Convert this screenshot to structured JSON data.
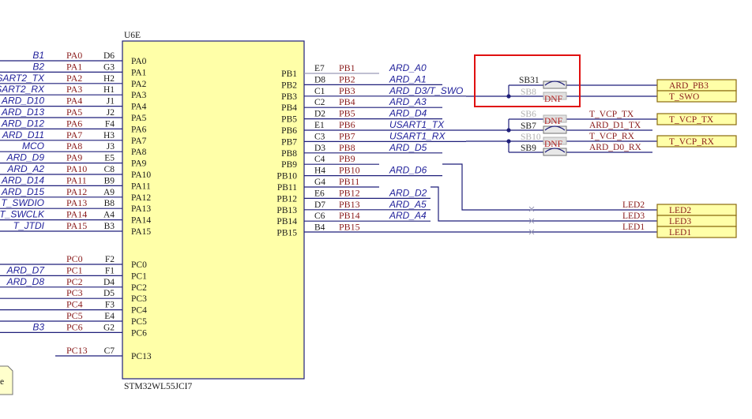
{
  "chip": {
    "designator": "U6E",
    "part_number": "STM32WL55JCI7",
    "left_pins_pa": [
      {
        "net": "B1",
        "port": "PA0",
        "pin": "D6",
        "inner": "PA0"
      },
      {
        "net": "B2",
        "port": "PA1",
        "pin": "G3",
        "inner": "PA1"
      },
      {
        "net": "SART2_TX",
        "port": "PA2",
        "pin": "H2",
        "inner": "PA2"
      },
      {
        "net": "SART2_RX",
        "port": "PA3",
        "pin": "H1",
        "inner": "PA3"
      },
      {
        "net": "ARD_D10",
        "port": "PA4",
        "pin": "J1",
        "inner": "PA4"
      },
      {
        "net": "ARD_D13",
        "port": "PA5",
        "pin": "J2",
        "inner": "PA5"
      },
      {
        "net": "ARD_D12",
        "port": "PA6",
        "pin": "F4",
        "inner": "PA6"
      },
      {
        "net": "ARD_D11",
        "port": "PA7",
        "pin": "H3",
        "inner": "PA7"
      },
      {
        "net": "MCO",
        "port": "PA8",
        "pin": "J3",
        "inner": "PA8"
      },
      {
        "net": "ARD_D9",
        "port": "PA9",
        "pin": "E5",
        "inner": "PA9"
      },
      {
        "net": "ARD_A2",
        "port": "PA10",
        "pin": "C8",
        "inner": "PA10"
      },
      {
        "net": "ARD_D14",
        "port": "PA11",
        "pin": "B9",
        "inner": "PA11"
      },
      {
        "net": "ARD_D15",
        "port": "PA12",
        "pin": "A9",
        "inner": "PA12"
      },
      {
        "net": "T_SWDIO",
        "port": "PA13",
        "pin": "B8",
        "inner": "PA13"
      },
      {
        "net": "T_SWCLK",
        "port": "PA14",
        "pin": "A4",
        "inner": "PA14"
      },
      {
        "net": "T_JTDI",
        "port": "PA15",
        "pin": "B3",
        "inner": "PA15"
      }
    ],
    "left_pins_pc": [
      {
        "net": "",
        "port": "PC0",
        "pin": "F2",
        "inner": "PC0"
      },
      {
        "net": "ARD_D7",
        "port": "PC1",
        "pin": "F1",
        "inner": "PC1"
      },
      {
        "net": "ARD_D8",
        "port": "PC2",
        "pin": "D4",
        "inner": "PC2"
      },
      {
        "net": "",
        "port": "PC3",
        "pin": "D5",
        "inner": "PC3"
      },
      {
        "net": "",
        "port": "PC4",
        "pin": "F3",
        "inner": "PC4"
      },
      {
        "net": "",
        "port": "PC5",
        "pin": "E4",
        "inner": "PC5"
      },
      {
        "net": "B3",
        "port": "PC6",
        "pin": "G2",
        "inner": "PC6"
      }
    ],
    "left_pin_pc13": {
      "net": "",
      "port": "PC13",
      "pin": "C7",
      "inner": "PC13"
    },
    "right_pins_pb": [
      {
        "inner": "PB1",
        "pin": "E7",
        "port": "PB1",
        "net": "ARD_A0"
      },
      {
        "inner": "PB2",
        "pin": "D8",
        "port": "PB2",
        "net": "ARD_A1"
      },
      {
        "inner": "PB3",
        "pin": "C1",
        "port": "PB3",
        "net": "ARD_D3/T_SWO"
      },
      {
        "inner": "PB4",
        "pin": "C2",
        "port": "PB4",
        "net": "ARD_A3"
      },
      {
        "inner": "PB5",
        "pin": "D2",
        "port": "PB5",
        "net": "ARD_D4"
      },
      {
        "inner": "PB6",
        "pin": "E1",
        "port": "PB6",
        "net": "USART1_TX"
      },
      {
        "inner": "PB7",
        "pin": "C3",
        "port": "PB7",
        "net": "USART1_RX"
      },
      {
        "inner": "PB8",
        "pin": "D3",
        "port": "PB8",
        "net": "ARD_D5"
      },
      {
        "inner": "PB9",
        "pin": "C4",
        "port": "PB9",
        "net": ""
      },
      {
        "inner": "PB10",
        "pin": "H4",
        "port": "PB10",
        "net": "ARD_D6"
      },
      {
        "inner": "PB11",
        "pin": "G4",
        "port": "PB11",
        "net": ""
      },
      {
        "inner": "PB12",
        "pin": "E6",
        "port": "PB12",
        "net": "ARD_D2"
      },
      {
        "inner": "PB13",
        "pin": "D7",
        "port": "PB13",
        "net": "ARD_A5"
      },
      {
        "inner": "PB14",
        "pin": "C6",
        "port": "PB14",
        "net": "ARD_A4"
      },
      {
        "inner": "PB15",
        "pin": "B4",
        "port": "PB15",
        "net": ""
      }
    ]
  },
  "bridges": {
    "sb31": "SB31",
    "sb8": "SB8",
    "sb8_dnf": "DNF",
    "sb6": "SB6",
    "sb6_dnf": "DNF",
    "sb7": "SB7",
    "sb10": "SB10",
    "sb10_dnf": "DNF",
    "sb9": "SB9"
  },
  "wire_labels": {
    "t_vcp_tx": "T_VCP_TX",
    "ard_d1_tx": "ARD_D1_TX",
    "t_vcp_rx": "T_VCP_RX",
    "ard_d0_rx": "ARD_D0_RX",
    "led2": "LED2",
    "led3": "LED3",
    "led1": "LED1"
  },
  "offsheet": {
    "ard_pb3": "ARD_PB3",
    "t_swo": "T_SWO",
    "t_vcp_tx": "T_VCP_TX",
    "t_vcp_rx": "T_VCP_RX",
    "led2": "LED2",
    "led3": "LED3",
    "led1": "LED1",
    "corner": "e"
  },
  "colors": {
    "wire": "#1f1f7a",
    "net_label": "#1f1f9a",
    "port_label": "#8a1c1c",
    "chip_fill": "#ffffa8",
    "highlight": "#e01010"
  }
}
